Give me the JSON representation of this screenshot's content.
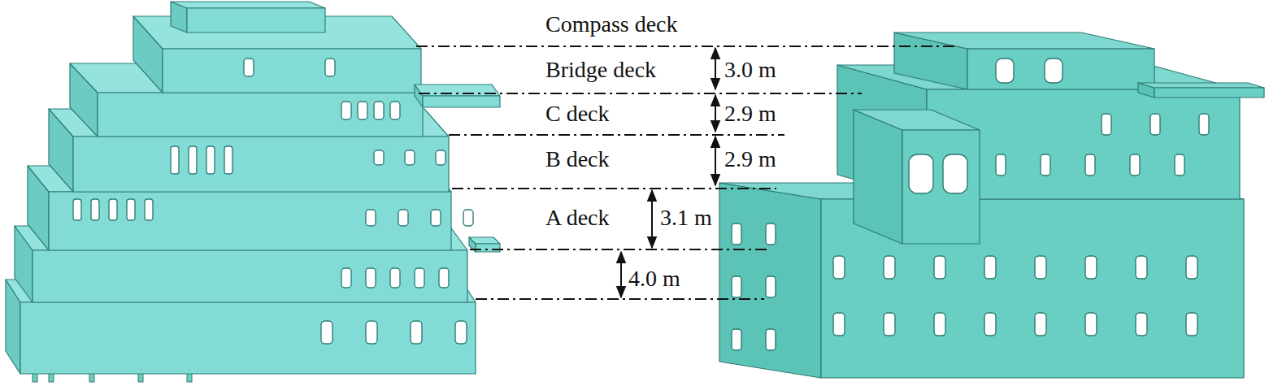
{
  "diagram": {
    "labels": [
      "Compass deck",
      "Bridge deck",
      "3.0 m",
      "C deck",
      "2.9 m",
      "B deck",
      "2.9 m",
      "A deck",
      "3.1 m",
      "4.0 m"
    ]
  }
}
